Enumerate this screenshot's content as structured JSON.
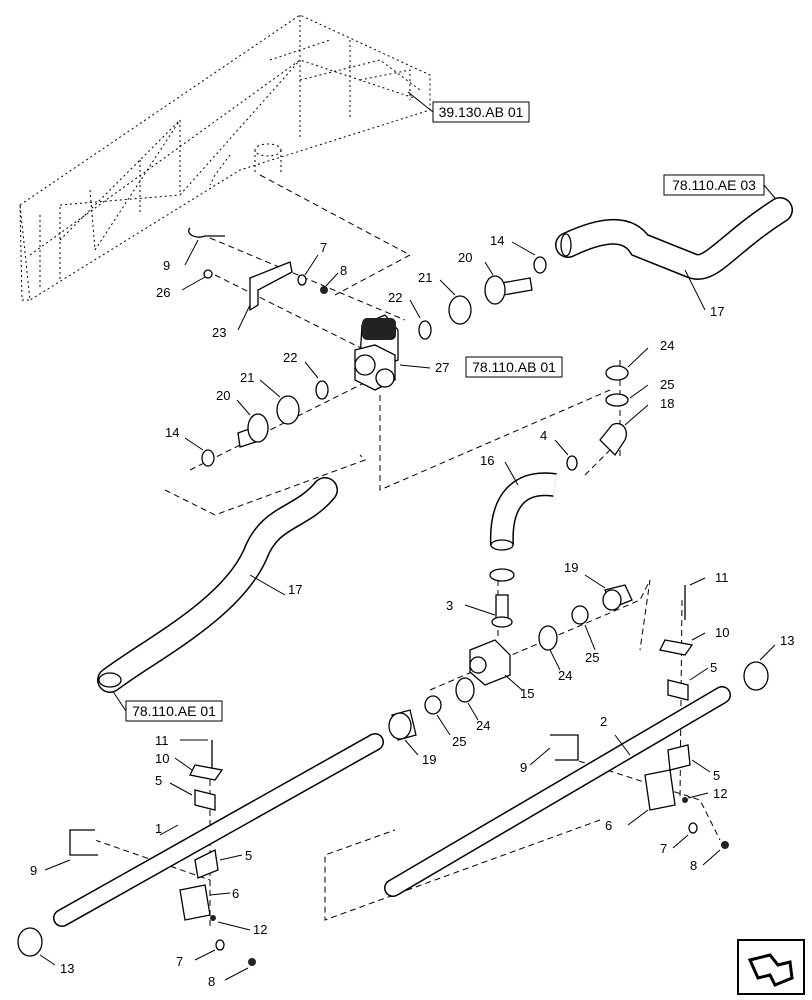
{
  "references": [
    {
      "id": "ref-39-130-ab-01",
      "label": "39.130.AB 01"
    },
    {
      "id": "ref-78-110-ae-03",
      "label": "78.110.AE 03"
    },
    {
      "id": "ref-78-110-ab-01",
      "label": "78.110.AB 01"
    },
    {
      "id": "ref-78-110-ae-01",
      "label": "78.110.AE 01"
    }
  ],
  "callouts": [
    "9",
    "26",
    "23",
    "7",
    "8",
    "14",
    "20",
    "21",
    "22",
    "27",
    "17",
    "22",
    "21",
    "20",
    "14",
    "24",
    "25",
    "18",
    "4",
    "16",
    "17",
    "19",
    "3",
    "11",
    "10",
    "13",
    "15",
    "24",
    "25",
    "24",
    "25",
    "19",
    "11",
    "10",
    "5",
    "2",
    "9",
    "5",
    "12",
    "1",
    "6",
    "5",
    "6",
    "12",
    "9",
    "7",
    "8",
    "13",
    "7",
    "8"
  ]
}
